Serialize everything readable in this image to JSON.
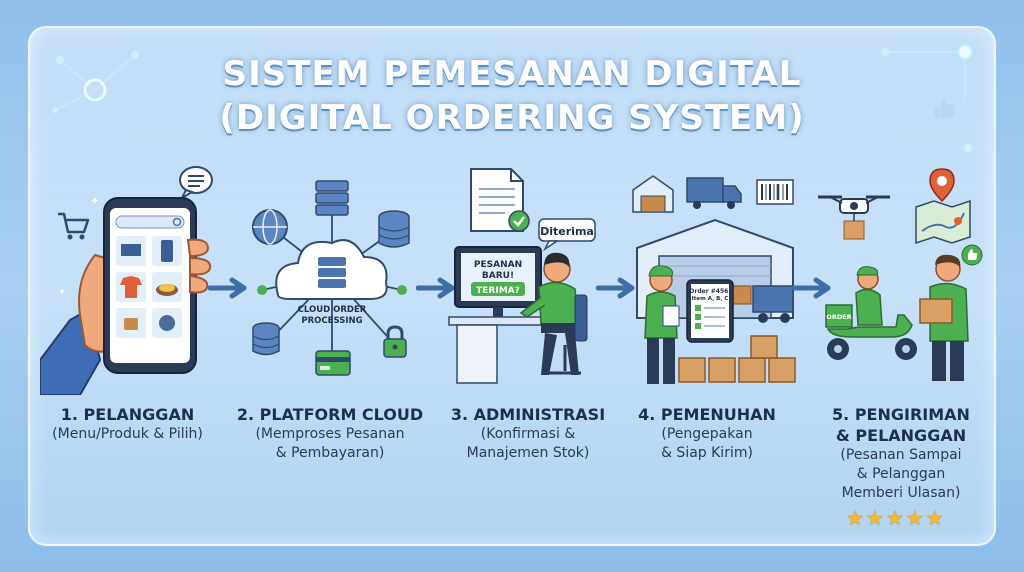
{
  "title": {
    "line1": "SISTEM PEMESANAN DIGITAL",
    "line2": "(DIGITAL ORDERING SYSTEM)"
  },
  "steps": [
    {
      "title": "1. PELANGGAN",
      "desc": "(Menu/Produk & Pilih)"
    },
    {
      "title": "2. PLATFORM CLOUD",
      "desc1": "(Memproses Pesanan",
      "desc2": "& Pembayaran)"
    },
    {
      "title": "3. ADMINISTRASI",
      "desc1": "(Konfirmasi &",
      "desc2": "Manajemen Stok)"
    },
    {
      "title": "4. PEMENUHAN",
      "desc1": "(Pengepakan",
      "desc2": "& Siap Kirim)"
    },
    {
      "title1": "5. PENGIRIMAN",
      "title2": "& PELANGGAN",
      "desc1": "(Pesanan Sampai",
      "desc2": "& Pelanggan",
      "desc3": "Memberi Ulasan)"
    }
  ],
  "cloud_text": {
    "line1": "CLOUD ORDER",
    "line2": "PROCESSING"
  },
  "admin_screen": {
    "line1": "PESANAN",
    "line2": "BARU!",
    "button": "TERIMA?"
  },
  "admin_bubble": "Diterima",
  "tablet_text": {
    "line1": "Order #456:",
    "line2": "Item A, B, C"
  },
  "scooter_box": "ORDER",
  "rating": {
    "stars": "★★★★★",
    "value": 5
  },
  "colors": {
    "accent_green": "#4caf50",
    "blue": "#2f6fb0",
    "dark": "#1f2f4a",
    "star": "#f5b82e"
  }
}
